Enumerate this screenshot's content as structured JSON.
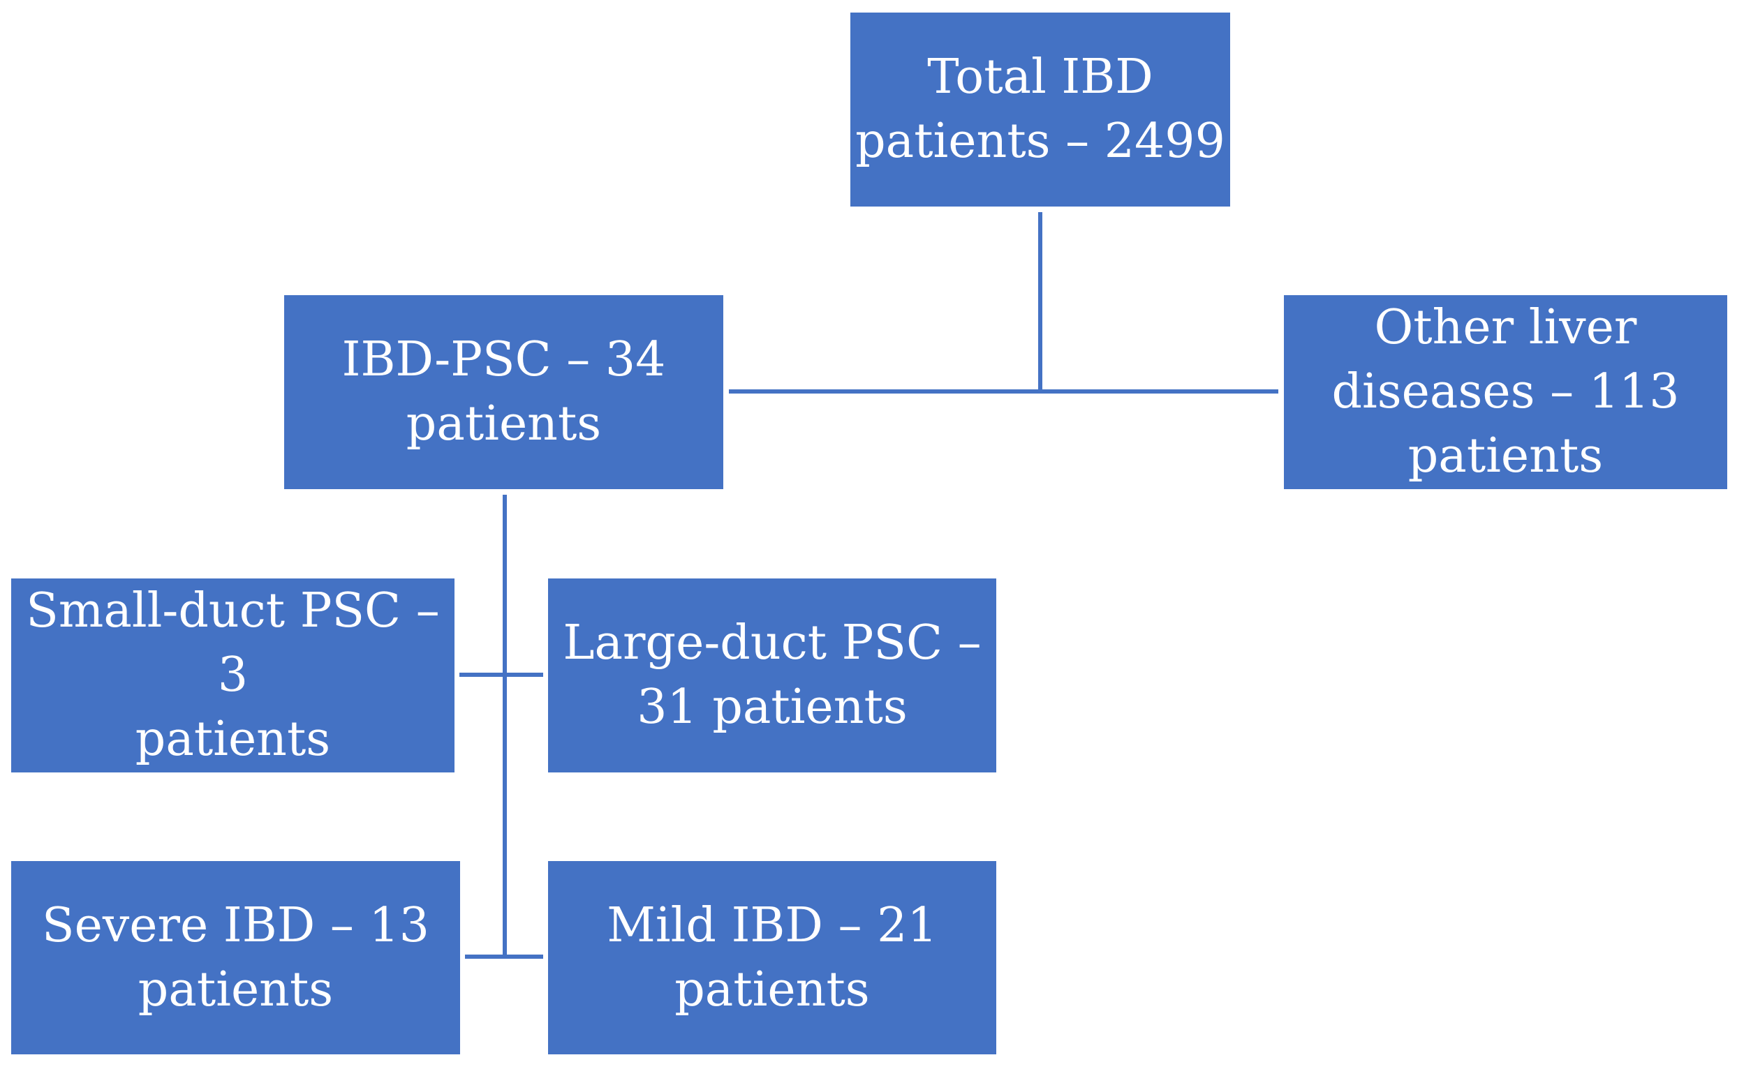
{
  "diagram": {
    "nodes": {
      "total": {
        "line1": "Total IBD",
        "line2": "patients – 2499"
      },
      "ibd_psc": {
        "line1": "IBD-PSC – 34",
        "line2": "patients"
      },
      "other_liver": {
        "line1": "Other liver",
        "line2": "diseases – 113",
        "line3": "patients"
      },
      "small_duct": {
        "line1": "Small-duct PSC – 3",
        "line2": "patients"
      },
      "large_duct": {
        "line1": "Large-duct PSC –",
        "line2": "31 patients"
      },
      "severe_ibd": {
        "line1": "Severe IBD – 13",
        "line2": "patients"
      },
      "mild_ibd": {
        "line1": "Mild IBD – 21",
        "line2": "patients"
      }
    },
    "colors": {
      "box_fill": "#4472c4",
      "connector": "#4472c4",
      "text": "#ffffff",
      "background": "#ffffff"
    }
  }
}
